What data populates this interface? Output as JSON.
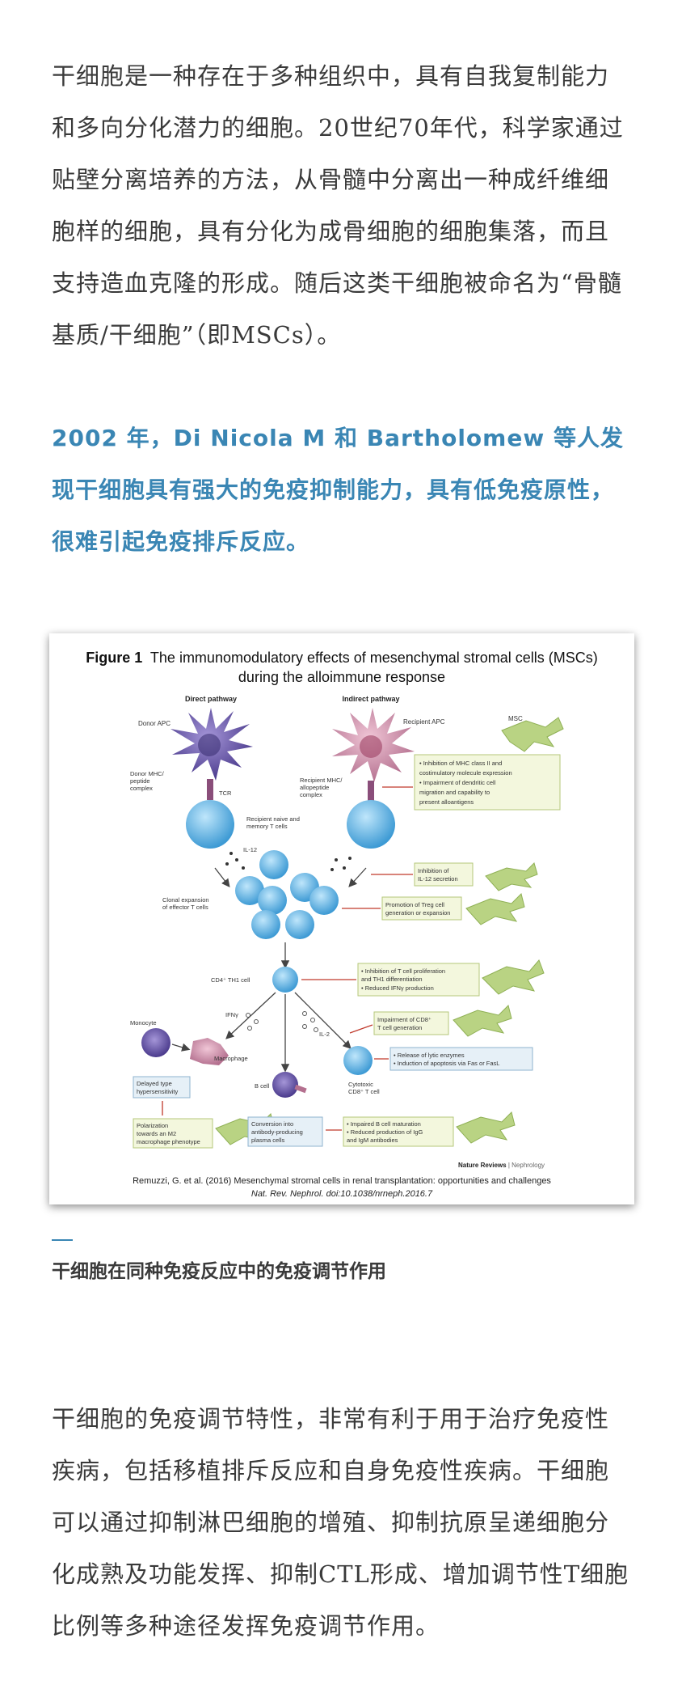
{
  "article": {
    "para1": "干细胞是一种存在于多种组织中，具有自我复制能力和多向分化潜力的细胞。20世纪70年代，科学家通过贴壁分离培养的方法，从骨髓中分离出一种成纤维细胞样的细胞，具有分化为成骨细胞的细胞集落，而且支持造血克隆的形成。随后这类干细胞被命名为“骨髓基质/干细胞”（即MSCs）。",
    "para2": "2002 年，Di Nicola M 和 Bartholomew 等人发现干细胞具有强大的免疫抑制能力，具有低免疫原性，很难引起免疫排斥反应。",
    "caption": "干细胞在同种免疫反应中的免疫调节作用",
    "para3": "干细胞的免疫调节特性，非常有利于用于治疗免疫性疾病，包括移植排斥反应和自身免疫性疾病。干细胞可以通过抑制淋巴细胞的增殖、抑制抗原呈递细胞分化成熟及功能发挥、抑制CTL形成、增加调节性T细胞比例等多种途径发挥免疫调节作用。"
  },
  "figure": {
    "title_bold": "Figure 1",
    "title_line1": "The immunomodulatory effects of mesenchymal stromal cells (MSCs)",
    "title_line2": "during the alloimmune response",
    "direct_pathway": "Direct pathway",
    "indirect_pathway": "Indirect pathway",
    "donor_apc": "Donor APC",
    "recipient_apc": "Recipient APC",
    "msc": "MSC",
    "donor_mhc": [
      "Donor MHC/",
      "peptide",
      "complex"
    ],
    "tcr": "TCR",
    "recipient_mhc": [
      "Recipient MHC/",
      "allopeptide",
      "complex"
    ],
    "inhibition_box": [
      "• Inhibition of MHC class II and",
      "  costimulatory molecule expression",
      "• Impairment of dendritic cell",
      "  migration and capability to",
      "  present alloantigens"
    ],
    "recipient_naive": [
      "Recipient naive and",
      "memory T cells"
    ],
    "il12": "IL-12",
    "il12_box": [
      "Inhibition of",
      "IL-12 secretion"
    ],
    "clonal": [
      "Clonal expansion",
      "of effector T cells"
    ],
    "treg_box": [
      "Promotion of Treg cell",
      "generation or expansion"
    ],
    "cd4_cell": "CD4⁺ TH1 cell",
    "th1_box": [
      "• Inhibition of T cell proliferation",
      "  and TH1 differentiation",
      "• Reduced IFNγ production"
    ],
    "ifn": "IFNγ",
    "il2": "IL-2",
    "monocyte": "Monocyte",
    "macrophage": "Macrophage",
    "cd8_box": [
      "Impairment of CD8⁺",
      "T cell generation"
    ],
    "lytic_box": [
      "• Release of lytic enzymes",
      "• Induction of apoptosis via Fas or FasL"
    ],
    "dth_box": [
      "Delayed type",
      "hypersensitivity"
    ],
    "cytotoxic": [
      "Cytotoxic",
      "CD8⁺ T cell"
    ],
    "bcell": "B cell",
    "m2_box": [
      "Polarization",
      "towards an M2",
      "macrophage phenotype"
    ],
    "plasma_box": [
      "Conversion into",
      "antibody-producing",
      "plasma cells"
    ],
    "bcell_box": [
      "• Impaired B cell maturation",
      "• Reduced production of IgG",
      "  and IgM antibodies"
    ],
    "journal": "Nature Reviews",
    "journal_sub": "Nephrology",
    "citation_line1": "Remuzzi, G. et al. (2016) Mesenchymal stromal cells in renal transplantation: opportunities and challenges",
    "citation_line2": "Nat. Rev. Nephrol. doi:10.1038/nrneph.2016.7"
  },
  "colors": {
    "accent": "#3a86b4",
    "tcell": "#4aa8dc",
    "apc_purple": "#5b4a9c",
    "apc_pink": "#c98ea7",
    "msc_green": "#b9d383",
    "box_fill": "#f3f7dd",
    "box_blue": "#e6f0f7"
  }
}
